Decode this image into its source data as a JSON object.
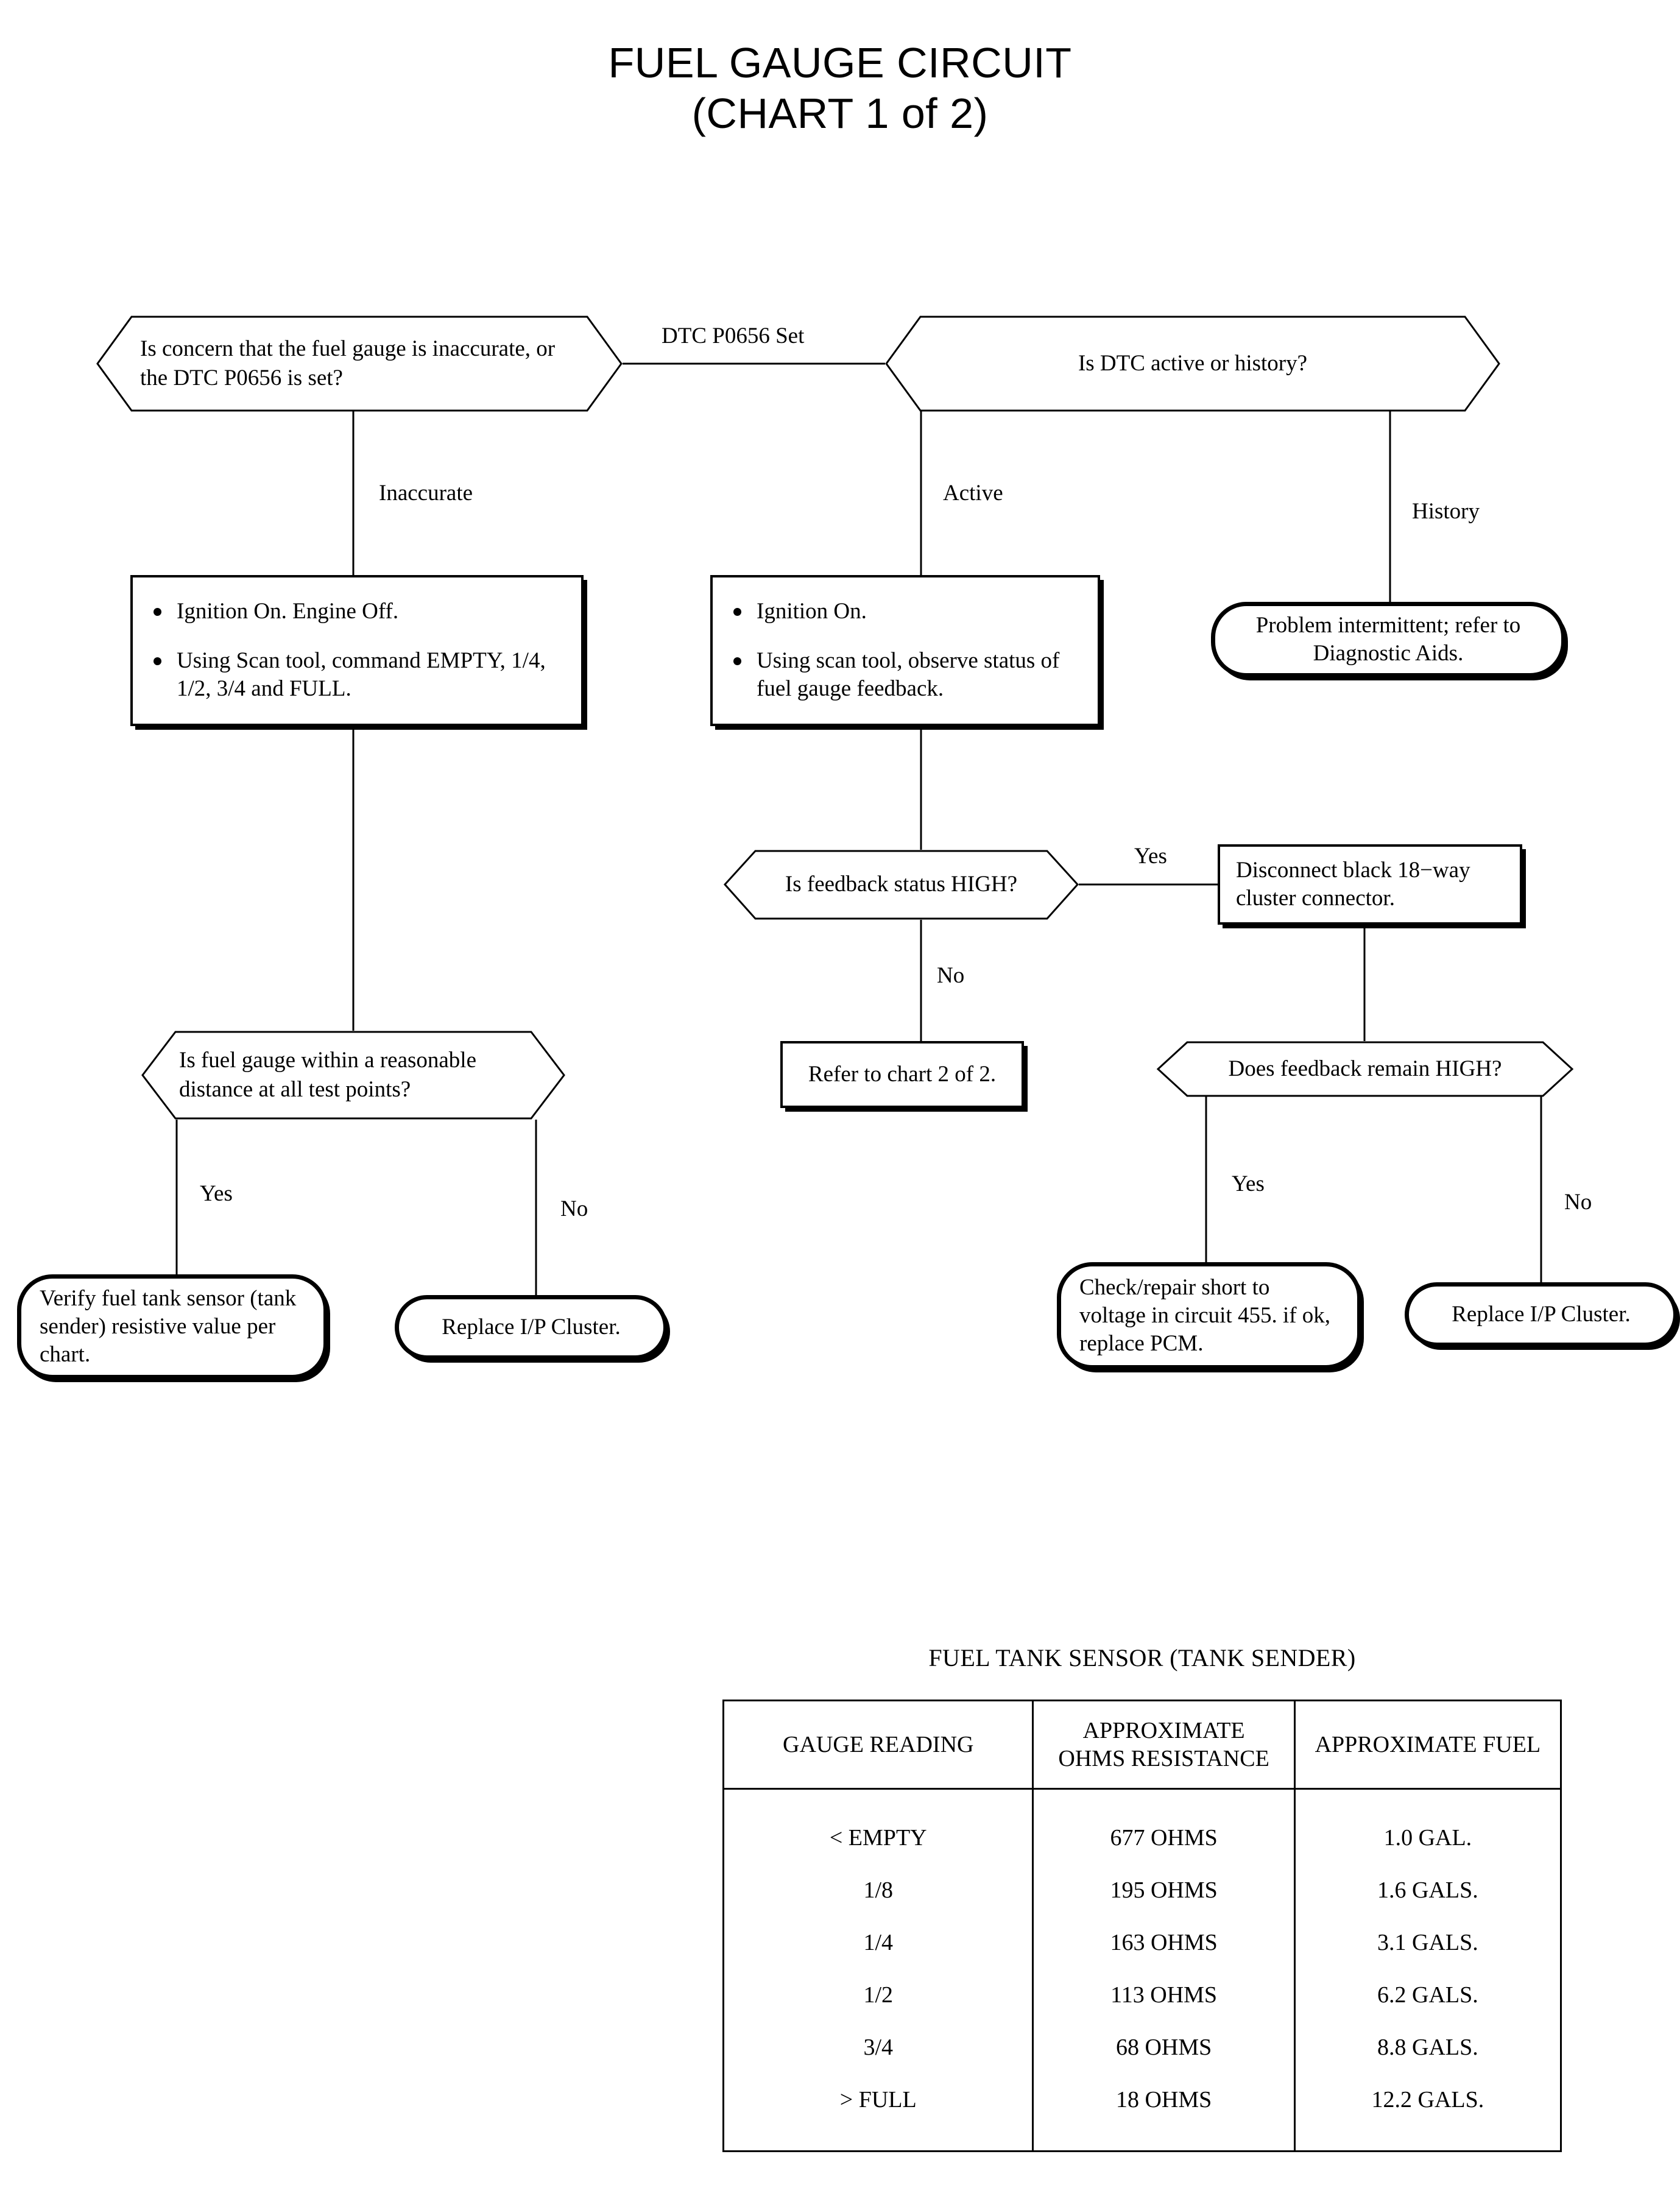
{
  "title": {
    "line1": "FUEL GAUGE CIRCUIT",
    "line2": "(CHART 1 of 2)"
  },
  "nodes": {
    "start_decision": "Is concern that the fuel gauge is inaccurate, or the DTC P0656 is set?",
    "dtc_decision": "Is DTC active or history?",
    "left_process_b1": "Ignition On. Engine Off.",
    "left_process_b2": "Using Scan tool, command EMPTY, 1/4, 1/2, 3/4 and FULL.",
    "mid_process_b1": "Ignition On.",
    "mid_process_b2": "Using scan tool, observe status of fuel gauge feedback.",
    "intermittent_terminal": "Problem intermittent; refer to Diagnostic Aids.",
    "feedback_high_decision": "Is feedback status HIGH?",
    "disconnect_process": "Disconnect black 18−way cluster connector.",
    "gauge_reasonable_decision": "Is fuel gauge within a reasonable distance at all test points?",
    "refer_chart2_process": "Refer to chart 2 of 2.",
    "feedback_remain_decision": "Does feedback remain HIGH?",
    "verify_sender_terminal": "Verify fuel tank sensor (tank sender) resistive value per chart.",
    "replace_cluster_left_terminal": "Replace I/P Cluster.",
    "check_short_terminal": "Check/repair short to voltage in circuit 455. if ok, replace PCM.",
    "replace_cluster_right_terminal": "Replace I/P Cluster."
  },
  "edges": {
    "dtc_p0656_set": "DTC P0656 Set",
    "inaccurate": "Inaccurate",
    "active": "Active",
    "history": "History",
    "feedback_yes": "Yes",
    "feedback_no": "No",
    "gauge_yes": "Yes",
    "gauge_no": "No",
    "remain_yes": "Yes",
    "remain_no": "No"
  },
  "chart_data": {
    "type": "table",
    "title": "FUEL TANK SENSOR (TANK SENDER)",
    "columns": [
      "GAUGE READING",
      "APPROXIMATE OHMS RESISTANCE",
      "APPROXIMATE FUEL"
    ],
    "column_lines": [
      [
        "GAUGE READING"
      ],
      [
        "APPROXIMATE",
        "OHMS RESISTANCE"
      ],
      [
        "APPROXIMATE FUEL"
      ]
    ],
    "rows": [
      [
        "< EMPTY",
        "677 OHMS",
        "1.0 GAL."
      ],
      [
        "1/8",
        "195 OHMS",
        "1.6 GALS."
      ],
      [
        "1/4",
        "163 OHMS",
        "3.1 GALS."
      ],
      [
        "1/2",
        "113 OHMS",
        "6.2 GALS."
      ],
      [
        "3/4",
        "68 OHMS",
        "8.8 GALS."
      ],
      [
        "> FULL",
        "18 OHMS",
        "12.2 GALS."
      ]
    ],
    "gauge_readings": [
      "< EMPTY",
      "1/8",
      "1/4",
      "1/2",
      "3/4",
      "> FULL"
    ],
    "ohms_resistance": [
      677,
      195,
      163,
      113,
      68,
      18
    ],
    "fuel_gallons": [
      1.0,
      1.6,
      3.1,
      6.2,
      8.8,
      12.2
    ],
    "xlabel": "GAUGE READING",
    "ylabel": "APPROXIMATE OHMS RESISTANCE"
  },
  "colors": {
    "ink": "#000000",
    "paper": "#ffffff"
  }
}
